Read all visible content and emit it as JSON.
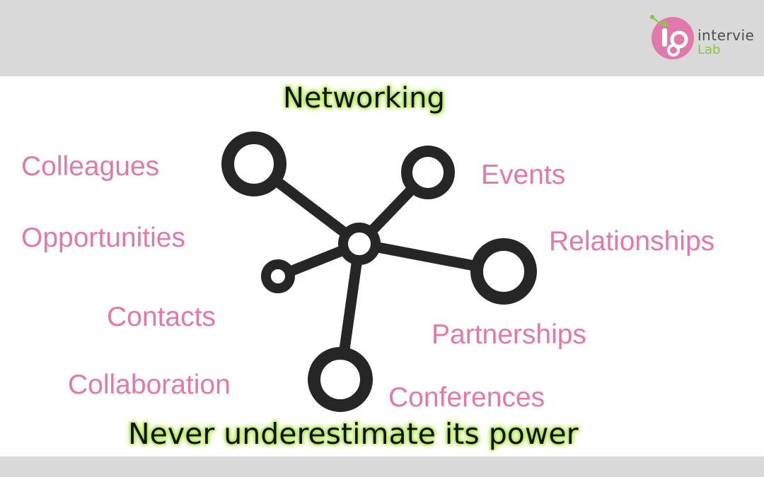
{
  "logo": {
    "line1": "intervie",
    "line2": "Lab",
    "colors": {
      "pink": "#e17aaa",
      "green": "#8cc63f",
      "gray": "#4d4d4d"
    }
  },
  "title": "Networking",
  "tagline": "Never underestimate its power",
  "words": {
    "colleagues": "Colleagues",
    "opportunities": "Opportunities",
    "contacts": "Contacts",
    "collaboration": "Collaboration",
    "events": "Events",
    "relationships": "Relationships",
    "partnerships": "Partnerships",
    "conferences": "Conferences"
  },
  "colors": {
    "band": "#d9d9d9",
    "word": "#e17aaa",
    "glow": "#b6e35a",
    "network": "#262626"
  }
}
